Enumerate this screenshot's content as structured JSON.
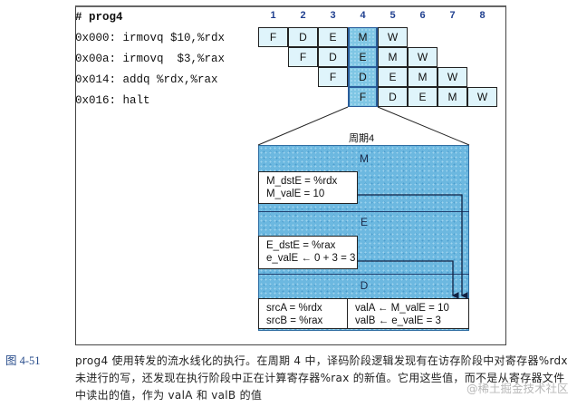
{
  "program": {
    "title": "# prog4",
    "lines": [
      "0x000: irmovq $10,%rdx",
      "0x00a: irmovq  $3,%rax",
      "0x014: addq %rdx,%rax",
      "0x016: halt"
    ]
  },
  "pipeline": {
    "cycles": [
      "1",
      "2",
      "3",
      "4",
      "5",
      "6",
      "7",
      "8"
    ],
    "highlight_cycle": 4,
    "rows": [
      {
        "start": 1,
        "stages": [
          "F",
          "D",
          "E",
          "M",
          "W"
        ]
      },
      {
        "start": 2,
        "stages": [
          "F",
          "D",
          "E",
          "M",
          "W"
        ]
      },
      {
        "start": 3,
        "stages": [
          "F",
          "D",
          "E",
          "M",
          "W"
        ]
      },
      {
        "start": 4,
        "stages": [
          "F",
          "D",
          "E",
          "M",
          "W"
        ]
      }
    ]
  },
  "detail": {
    "title": "周期4",
    "stages": {
      "M": {
        "label": "M",
        "lines": [
          "M_dstE = %rdx",
          "M_valE = 10"
        ]
      },
      "E": {
        "label": "E",
        "lines": [
          "E_dstE = %rax",
          "e_valE ← 0 + 3 = 3"
        ]
      },
      "D": {
        "label": "D",
        "left_lines": [
          "srcA = %rdx",
          "srcB = %rax"
        ],
        "right_lines": [
          "valA ← M_valE = 10",
          "valB ← e_valE = 3"
        ]
      }
    }
  },
  "caption": {
    "figure": "图 4-51",
    "text": "prog4 使用转发的流水线化的执行。在周期 4 中，译码阶段逻辑发现有在访存阶段中对寄存器%rdx 未进行的写，还发现在执行阶段中正在计算寄存器%rax 的新值。它用这些值，而不是从寄存器文件中读出的值，作为 valA 和 valB 的值"
  },
  "watermark": "@稀土掘金技术社区",
  "colors": {
    "cell_fill": "#dff4fb",
    "highlight": "#7fc6e4",
    "panel": "#6cb8e0",
    "cycle_number": "#1f3f8f",
    "figure_label": "#2a4e8c"
  }
}
